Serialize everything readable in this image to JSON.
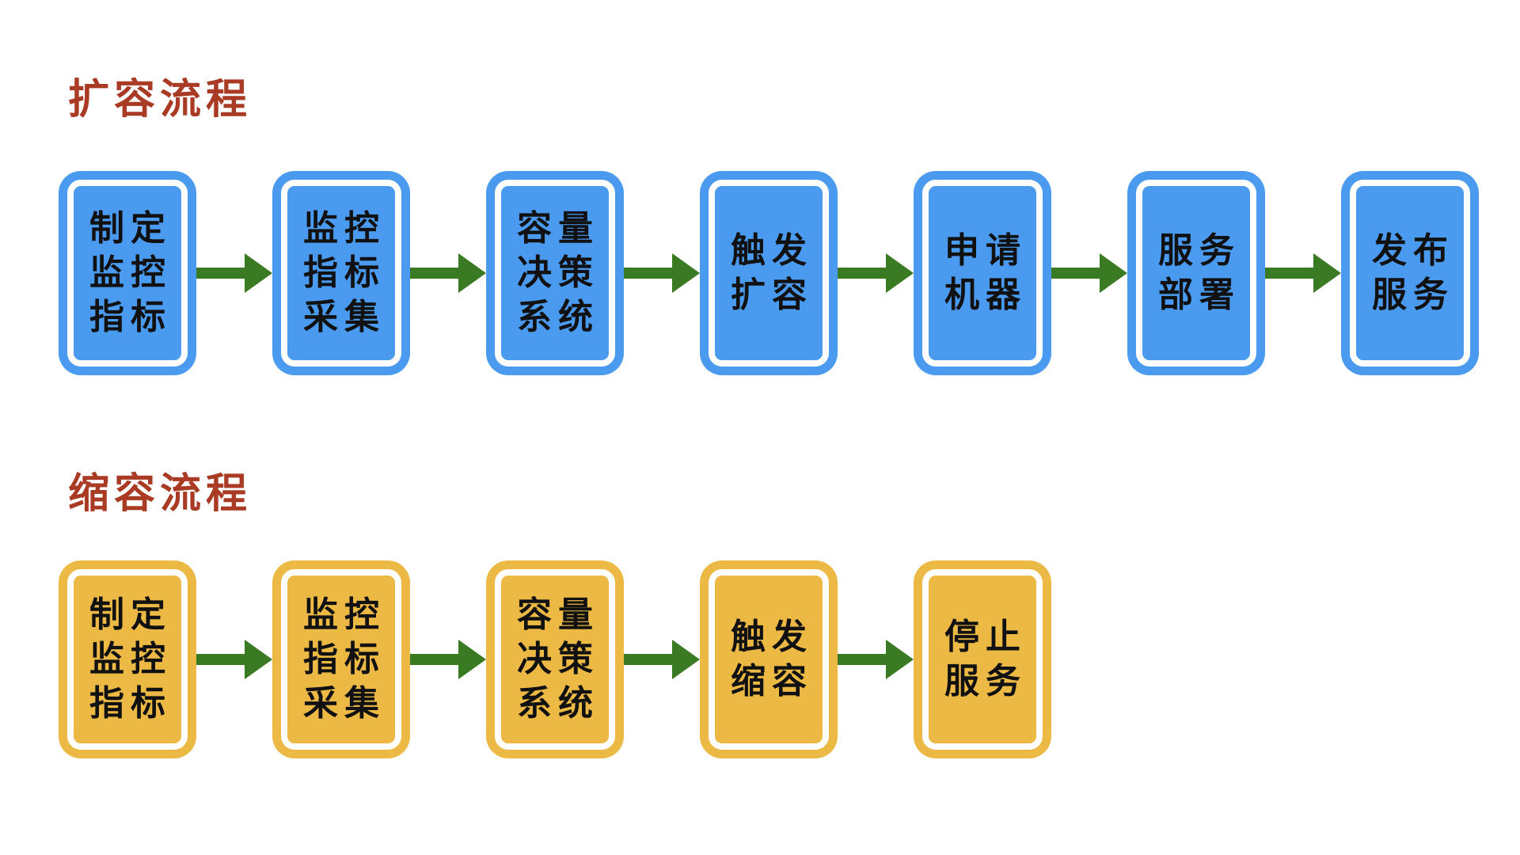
{
  "page": {
    "background": "#ffffff"
  },
  "colors": {
    "page_bg": "#ffffff",
    "scale_up_box": "#4a9aef",
    "scale_down_box": "#ecb945",
    "box_inner_line": "#ffffff",
    "box_text": "#111111",
    "arrow_green": "#3a7a22",
    "title_red": "#a93b24"
  },
  "icons": {
    "arrow": "right-arrow-icon"
  },
  "flows": [
    {
      "title": "扩容流程",
      "steps": [
        {
          "label": "制定\n监控\n指标"
        },
        {
          "label": "监控\n指标\n采集"
        },
        {
          "label": "容量\n决策\n系统"
        },
        {
          "label": "触发\n扩容"
        },
        {
          "label": "申请\n机器"
        },
        {
          "label": "服务\n部署"
        },
        {
          "label": "发布\n服务"
        }
      ]
    },
    {
      "title": "缩容流程",
      "steps": [
        {
          "label": "制定\n监控\n指标"
        },
        {
          "label": "监控\n指标\n采集"
        },
        {
          "label": "容量\n决策\n系统"
        },
        {
          "label": "触发\n缩容"
        },
        {
          "label": "停止\n服务"
        }
      ]
    }
  ]
}
